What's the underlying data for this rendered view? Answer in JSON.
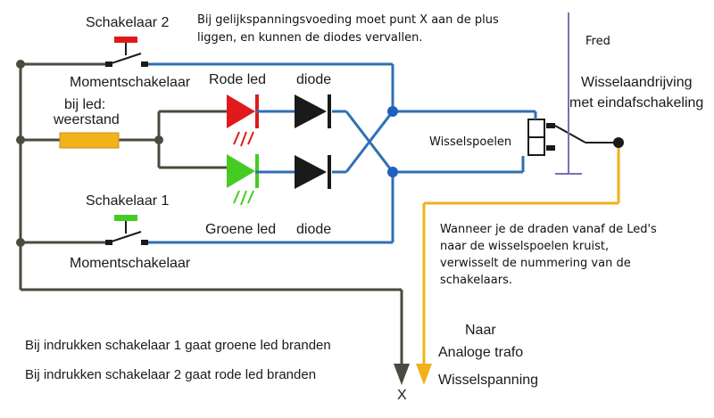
{
  "colors": {
    "wire_gray": "#4a4a3e",
    "wire_blue": "#2f6fb4",
    "wire_yellow": "#f2b21a",
    "red_led": "#e01a1a",
    "green_led": "#44cc22",
    "diode": "#1a1a1a",
    "resistor": "#f2b21a",
    "red_btn": "#e01a1a",
    "green_btn": "#44cc22",
    "node_blue": "#1f5fbf"
  },
  "labels": {
    "schakelaar2": "Schakelaar 2",
    "momentschakelaar_top": "Momentschakelaar",
    "rode_led": "Rode led",
    "diode_top": "diode",
    "bij_led": "bij led:",
    "weerstand": "weerstand",
    "groene_led": "Groene led",
    "diode_bottom": "diode",
    "schakelaar1": "Schakelaar 1",
    "momentschakelaar_bottom": "Momentschakelaar",
    "fred": "Fred",
    "wisselaandrijving": "Wisselaandrijving",
    "met_eindafschakeling": "met eindafschakeling",
    "wisselspoelen": "Wisselspoelen",
    "naar": "Naar",
    "analoge_trafo": "Analoge trafo",
    "wisselspanning": "Wisselspanning",
    "x_label": "X"
  },
  "notes": {
    "top_line1": "Bij gelijkspanningsvoeding moet punt X aan de plus",
    "top_line2": "liggen, en kunnen de diodes vervallen.",
    "cross_line1": "Wanneer je de draden vanaf de Led's",
    "cross_line2": "naar de wisselspoelen kruist,",
    "cross_line3": "verwisselt de nummering van de",
    "cross_line4": "schakelaars."
  },
  "instructions": {
    "line1": "Bij indrukken schakelaar 1 gaat groene led branden",
    "line2": "Bij indrukken schakelaar 2 gaat rode led branden"
  }
}
